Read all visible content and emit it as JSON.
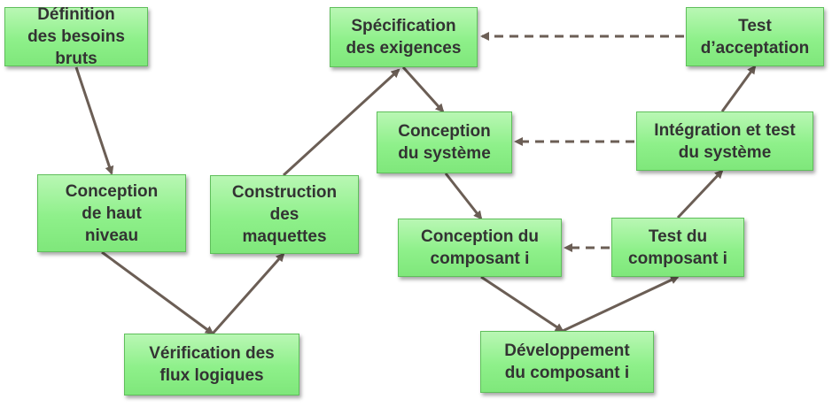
{
  "colors": {
    "box_fill": "#8ef08a",
    "box_border": "#5fbf5b",
    "text": "#333333",
    "arrow": "#6b5e55"
  },
  "nodes": {
    "definition_besoins": "Définition\ndes besoins\nbruts",
    "conception_haut_niveau": "Conception\nde haut\nniveau",
    "verification_flux": "Vérification des\nflux logiques",
    "construction_maquettes": "Construction\ndes\nmaquettes",
    "specification_exigences": "Spécification\ndes exigences",
    "conception_systeme": "Conception\ndu système",
    "conception_composant": "Conception du\ncomposant i",
    "developpement_composant": "Développement\ndu composant i",
    "test_composant": "Test du\ncomposant i",
    "integration_test": "Intégration et test\ndu système",
    "test_acceptation": "Test\nd’acceptation"
  }
}
